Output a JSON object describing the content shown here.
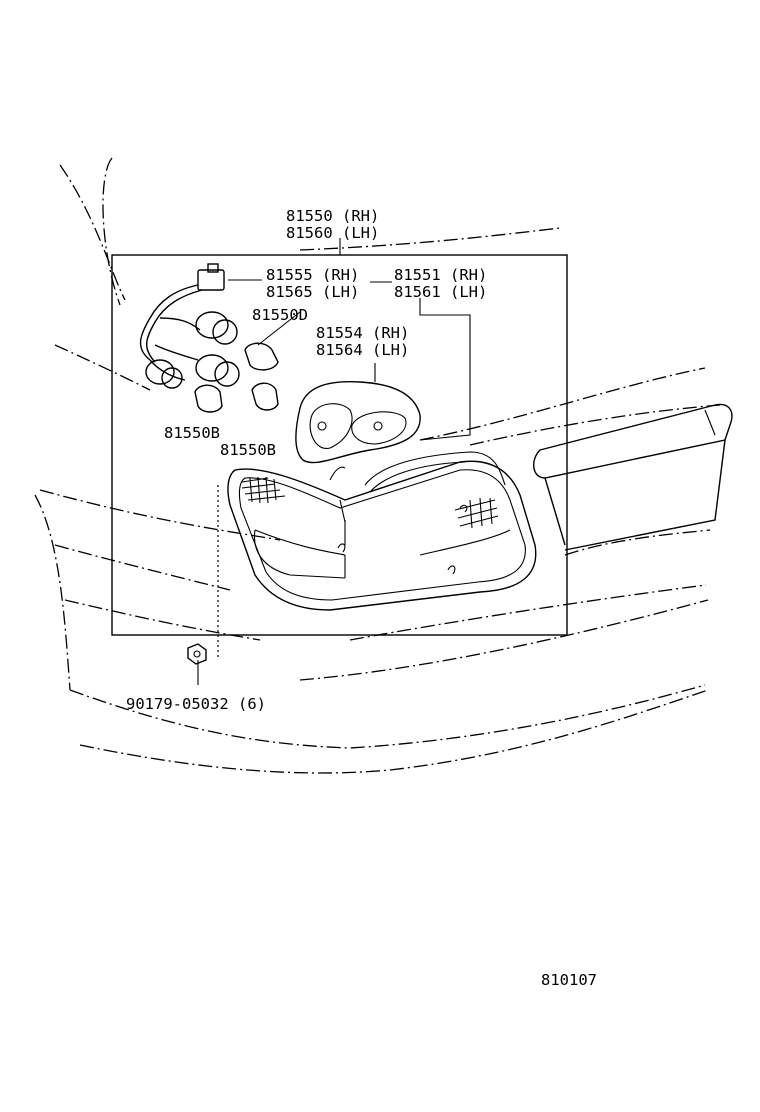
{
  "labels": {
    "assembly_rh": "81550 (RH)",
    "assembly_lh": "81560 (LH)",
    "socket_rh": "81555 (RH)",
    "socket_lh": "81565 (LH)",
    "lens_rh": "81551 (RH)",
    "lens_lh": "81561 (LH)",
    "gasket_rh": "81554 (RH)",
    "gasket_lh": "81564 (LH)",
    "bulb_d": "81550D",
    "bulb_b_left": "81550B",
    "bulb_b_right": "81550B",
    "nut": "90179-05032 (6)",
    "figure_number": "810107"
  }
}
